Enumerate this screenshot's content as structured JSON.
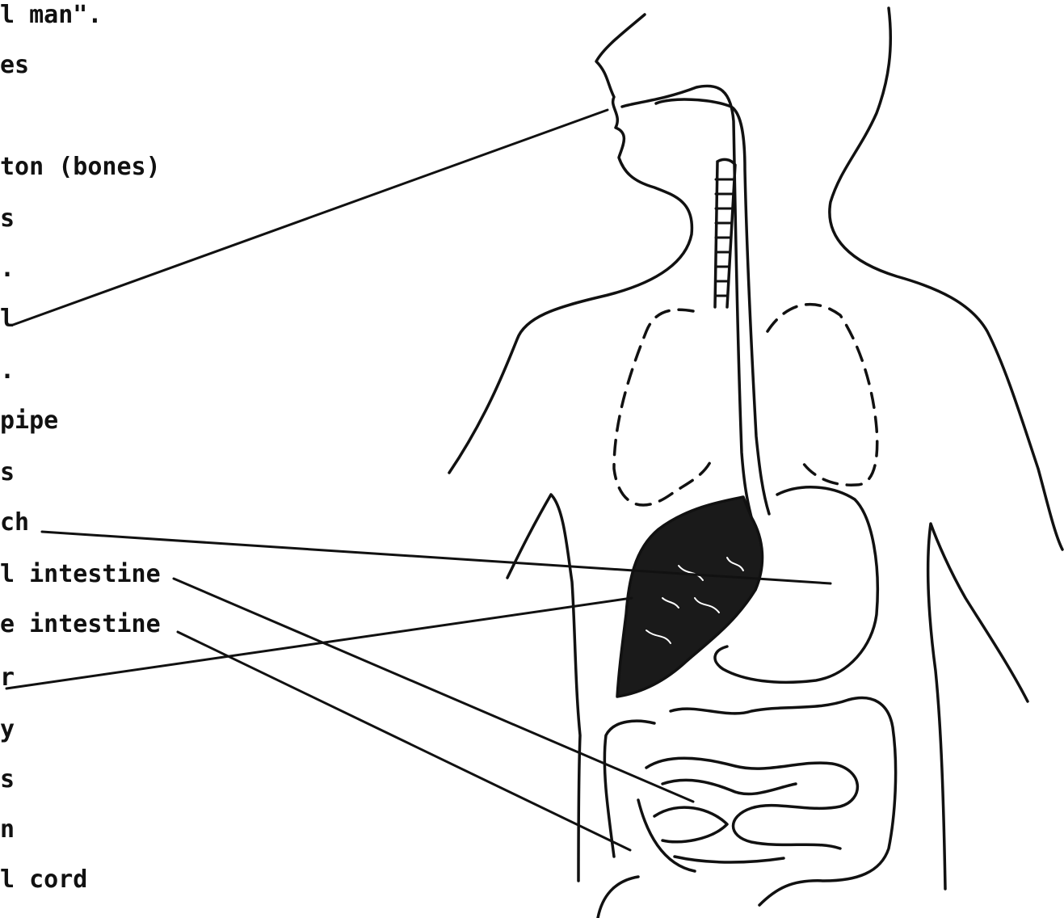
{
  "labels": [
    "l man\".",
    "es",
    "ton (bones)",
    "s",
    ".",
    "l",
    ".",
    "pipe",
    "s",
    "ch",
    "l intestine",
    "e intestine",
    "r",
    "y",
    "s",
    "n",
    "l cord"
  ],
  "colors": {
    "ink": "#111111",
    "paper": "#ffffff"
  }
}
